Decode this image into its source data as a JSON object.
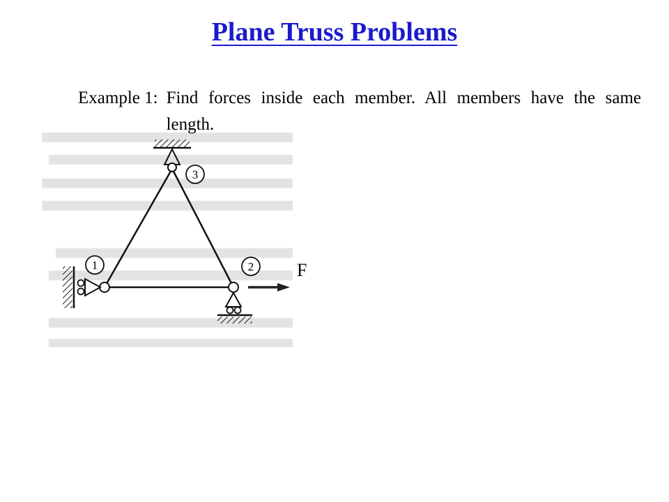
{
  "title": "Plane Truss Problems",
  "example": {
    "label": "Example 1:",
    "text": "Find forces inside each member. All members have the same length."
  },
  "figure": {
    "nodes": [
      {
        "id": "1",
        "label": "1"
      },
      {
        "id": "2",
        "label": "2"
      },
      {
        "id": "3",
        "label": "3"
      }
    ],
    "load_label": "F"
  },
  "colors": {
    "title": "#1a1acc",
    "text": "#000000"
  }
}
